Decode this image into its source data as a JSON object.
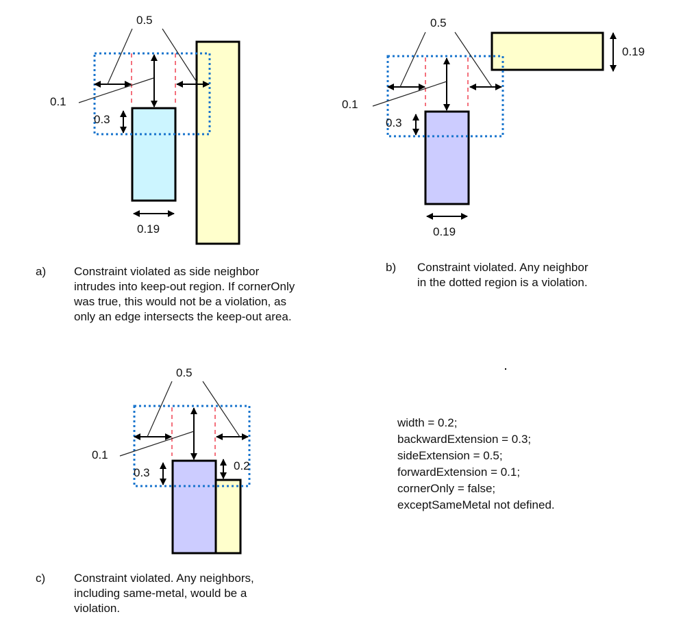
{
  "diagrams": {
    "a": {
      "side_label": "0.5",
      "forward_label": "0.1",
      "backward_label": "0.3",
      "width_label": "0.19",
      "wire_color": "#CCF5FF",
      "neighbor_color": "#FFFFCC"
    },
    "b": {
      "side_label": "0.5",
      "forward_label": "0.1",
      "backward_label": "0.3",
      "width_label": "0.19",
      "neighbor_height_label": "0.19",
      "wire_color": "#CCCCFF",
      "neighbor_color": "#FFFFCC"
    },
    "c": {
      "side_label": "0.5",
      "forward_label": "0.1",
      "backward_label": "0.3",
      "offset_label": "0.2",
      "wire_color": "#CCCCFF",
      "neighbor_color": "#FFFFCC"
    }
  },
  "colors": {
    "keepout_dotted": "#1874CD",
    "side_dashed": "#F04050",
    "outline": "#000000"
  },
  "captions": {
    "a": {
      "tag": "a)",
      "lines": [
        "Constraint violated as side neighbor",
        "intrudes into keep-out region. If cornerOnly",
        "was true, this would not be a violation,  as",
        "only an edge intersects the keep-out area."
      ]
    },
    "b": {
      "tag": "b)",
      "lines": [
        "Constraint violated. Any neighbor",
        "in the dotted region is a violation."
      ]
    },
    "c": {
      "tag": "c)",
      "lines": [
        "Constraint violated. Any neighbors,",
        "including same-metal,  would be a",
        "violation."
      ]
    }
  },
  "parameters": [
    "width = 0.2;",
    "backwardExtension = 0.3;",
    "sideExtension = 0.5;",
    "forwardExtension = 0.1;",
    "cornerOnly = false;",
    "exceptSameMetal  not defined."
  ]
}
